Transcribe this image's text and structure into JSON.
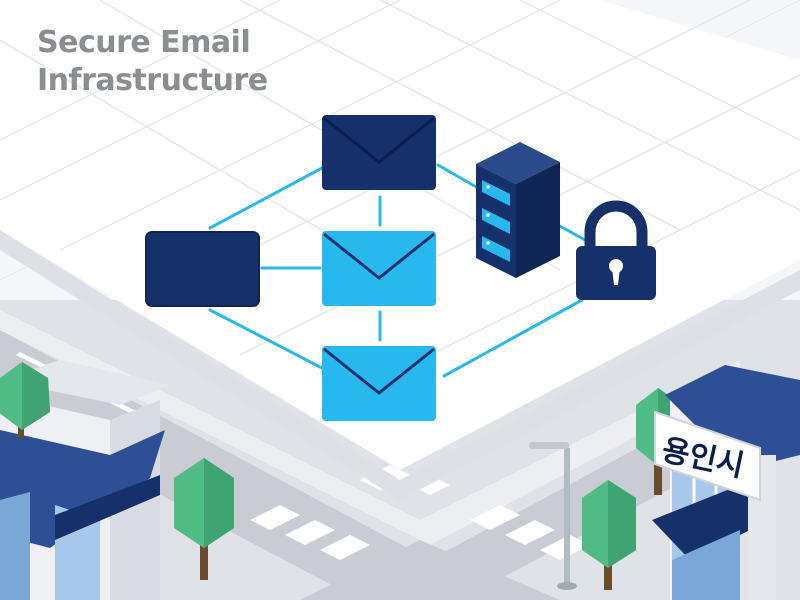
{
  "title": {
    "line1": "Secure Email",
    "line2": "Infrastructure"
  },
  "sign": {
    "text": "용인시"
  },
  "colors": {
    "background": "#f4f6f9",
    "platform": "#ffffff",
    "navy": "#16306b",
    "light_blue": "#27b8ee",
    "connector": "#27b8ee",
    "road": "#c9cdd3",
    "tree": "#4fbb85",
    "title_text": "#8a8d92"
  },
  "diagram": {
    "nodes": [
      {
        "name": "central-server-block",
        "shape": "box",
        "color": "navy"
      },
      {
        "name": "top-envelope",
        "shape": "envelope",
        "color": "navy"
      },
      {
        "name": "middle-envelope",
        "shape": "envelope",
        "color": "light_blue"
      },
      {
        "name": "bottom-envelope",
        "shape": "envelope",
        "color": "light_blue"
      },
      {
        "name": "server-rack",
        "shape": "server",
        "color": "navy"
      },
      {
        "name": "padlock",
        "shape": "lock",
        "color": "navy"
      }
    ],
    "edges": [
      {
        "from": "central-server-block",
        "to": "top-envelope"
      },
      {
        "from": "central-server-block",
        "to": "middle-envelope"
      },
      {
        "from": "central-server-block",
        "to": "bottom-envelope"
      },
      {
        "from": "top-envelope",
        "to": "middle-envelope"
      },
      {
        "from": "middle-envelope",
        "to": "bottom-envelope"
      },
      {
        "from": "top-envelope",
        "to": "server-rack"
      },
      {
        "from": "server-rack",
        "to": "padlock"
      },
      {
        "from": "bottom-envelope",
        "to": "padlock"
      }
    ]
  }
}
